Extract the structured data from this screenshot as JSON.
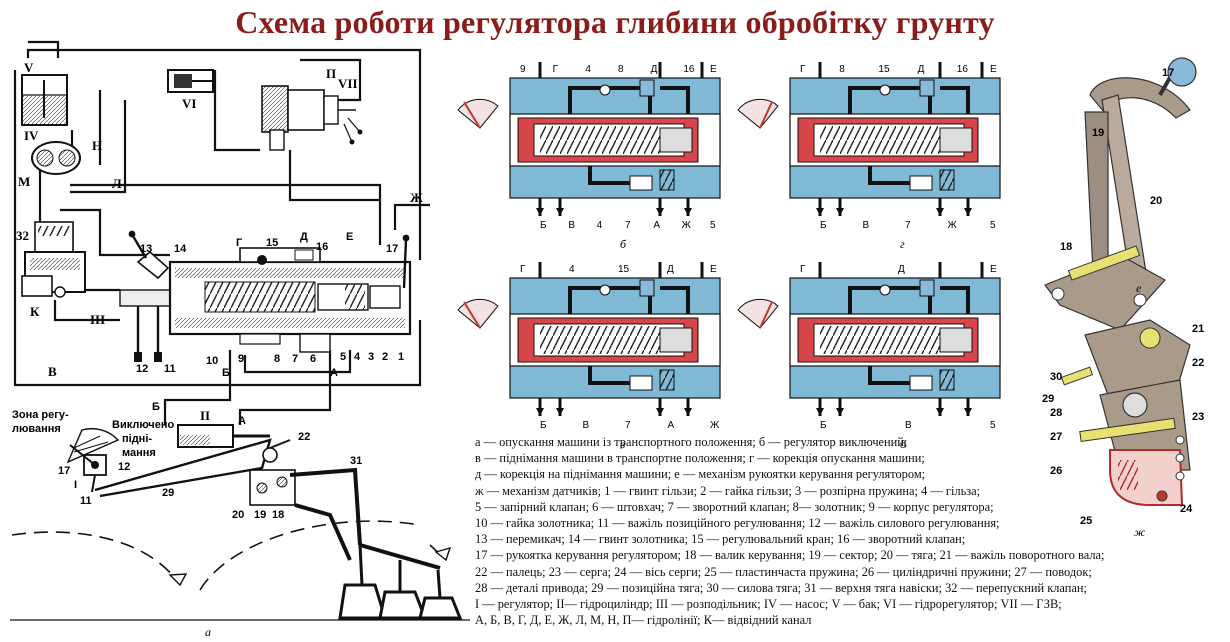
{
  "title": "Схема роботи регулятора глибини обробітку грунту",
  "scheme_labels": {
    "v_tank": "V",
    "iv_pump": "IV",
    "vi_hydroregulator": "VI",
    "vii_gzv": "VII",
    "i_regulator": "I",
    "ii_cylinder": "II",
    "iii_distributor": "III",
    "p": "П",
    "n": "Н",
    "m": "М",
    "l": "Л",
    "zh": "Ж",
    "k": "К",
    "g": "Г",
    "d": "Д",
    "e": "Е",
    "b": "Б",
    "a": "А",
    "v": "В",
    "n32": "32",
    "n13": "13",
    "n14": "14",
    "n15": "15",
    "n16": "16",
    "n17": "17",
    "n12": "12",
    "n11": "11",
    "n10": "10",
    "n9": "9",
    "n8": "8",
    "n7": "7",
    "n6": "6",
    "n5": "5",
    "n4": "4",
    "n3": "3",
    "n2": "2",
    "n1": "1",
    "n22": "22",
    "n31": "31",
    "n29": "29",
    "n20": "20",
    "n19": "19",
    "n18": "18",
    "zone_line1": "Зона регу-",
    "zone_line2": "лювання",
    "off_line1": "Виключено",
    "off_line2": "підні-",
    "off_line3": "мання",
    "caption_a": "а"
  },
  "detail_labels": {
    "b_top": [
      "9",
      "Г",
      "4",
      "8",
      "Д",
      "16",
      "Е"
    ],
    "b_bottom": [
      "Б",
      "В",
      "4",
      "7",
      "А",
      "Ж",
      "5"
    ],
    "b_caption": "б",
    "g_top": [
      "Г",
      "8",
      "15",
      "Д",
      "16",
      "Е"
    ],
    "g_bottom": [
      "Б",
      "В",
      "7",
      "Ж",
      "5"
    ],
    "g_caption": "г",
    "v_top": [
      "Г",
      "4",
      "15",
      "Д",
      "Е"
    ],
    "v_bottom": [
      "Б",
      "В",
      "7",
      "А",
      "Ж"
    ],
    "v_caption": "в",
    "d_top": [
      "Г",
      "Д",
      "Е"
    ],
    "d_bottom": [
      "Б",
      "В",
      "5"
    ],
    "d_caption": "д",
    "e_labels": [
      "17",
      "19",
      "20",
      "18"
    ],
    "e_caption": "е",
    "zh_labels": [
      "21",
      "22",
      "30",
      "29",
      "28",
      "23",
      "27",
      "26",
      "24",
      "25"
    ],
    "zh_caption": "ж"
  },
  "legend": [
    "а — опускання машини із транспортного положення; б — регулятор виключений;",
    "в — піднімання машини в транспортне положення; г — корекція опускання машини;",
    "д — корекція на піднімання машини; е — механізм рукоятки керування регулятором;",
    "ж — механізм датчиків; 1 — гвинт гільзи; 2 — гайка гільзи; 3 — розпірна пружина; 4 — гільза;",
    "5 — запірний клапан; 6 — штовхач; 7 — зворотний клапан; 8— золотник; 9 — корпус регулятора;",
    "10 — гайка золотника; 11 — важіль позиційного регулювання; 12 — важіль силового регулювання;",
    "13 — перемикач; 14 — гвинт золотника; 15 — регулювальний кран; 16 — зворотний клапан;",
    "17 — рукоятка керування регулятором; 18 — валик керування; 19 — сектор; 20 — тяга; 21 — важіль поворотного вала;",
    "22 — палець; 23 — серга; 24 — вісь серги; 25 — пластинчаста пружина; 26 — циліндричні пружини; 27 — поводок;",
    "28 — деталі привода; 29 — позиційна тяга; 30 — силова тяга; 31 — верхня тяга навіски; 32 — перепускний клапан;",
    "I — регулятор; II— гідроциліндр; III — розподільник; IV — насос; V — бак; VI — гідрорегулятор; VII — ГЗВ;",
    "А, Б, В, Г, Д, Е, Ж, Л, М, Н, П— гідролінії; К— відвідний канал"
  ],
  "colors": {
    "title": "#8a1c1c",
    "fluid_blue": "#7fb9d6",
    "pressure_red": "#d8454a",
    "line_black": "#111111",
    "part_gray": "#c9c9c9",
    "accent_yellow": "#e8e070",
    "accent_red": "#c0392b"
  }
}
